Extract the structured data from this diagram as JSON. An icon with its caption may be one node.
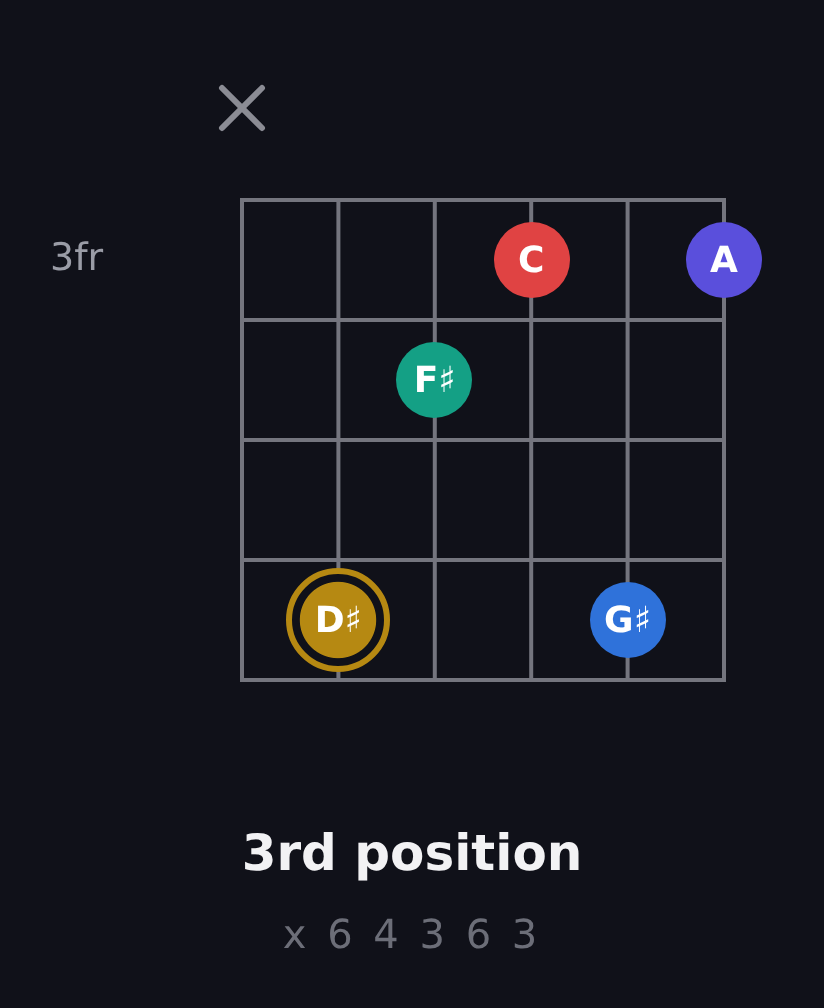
{
  "diagram": {
    "title": "3rd position",
    "nodes": [
      {
        "text": [
          "C"
        ]
      },
      {
        "text": [
          "A"
        ]
      },
      {
        "text": [
          "F♯"
        ]
      },
      {
        "text": [
          "D♯"
        ]
      },
      {
        "text": [
          "G♯"
        ]
      }
    ],
    "labels": [
      "3fr",
      "x 6 4 3 6 3"
    ]
  }
}
